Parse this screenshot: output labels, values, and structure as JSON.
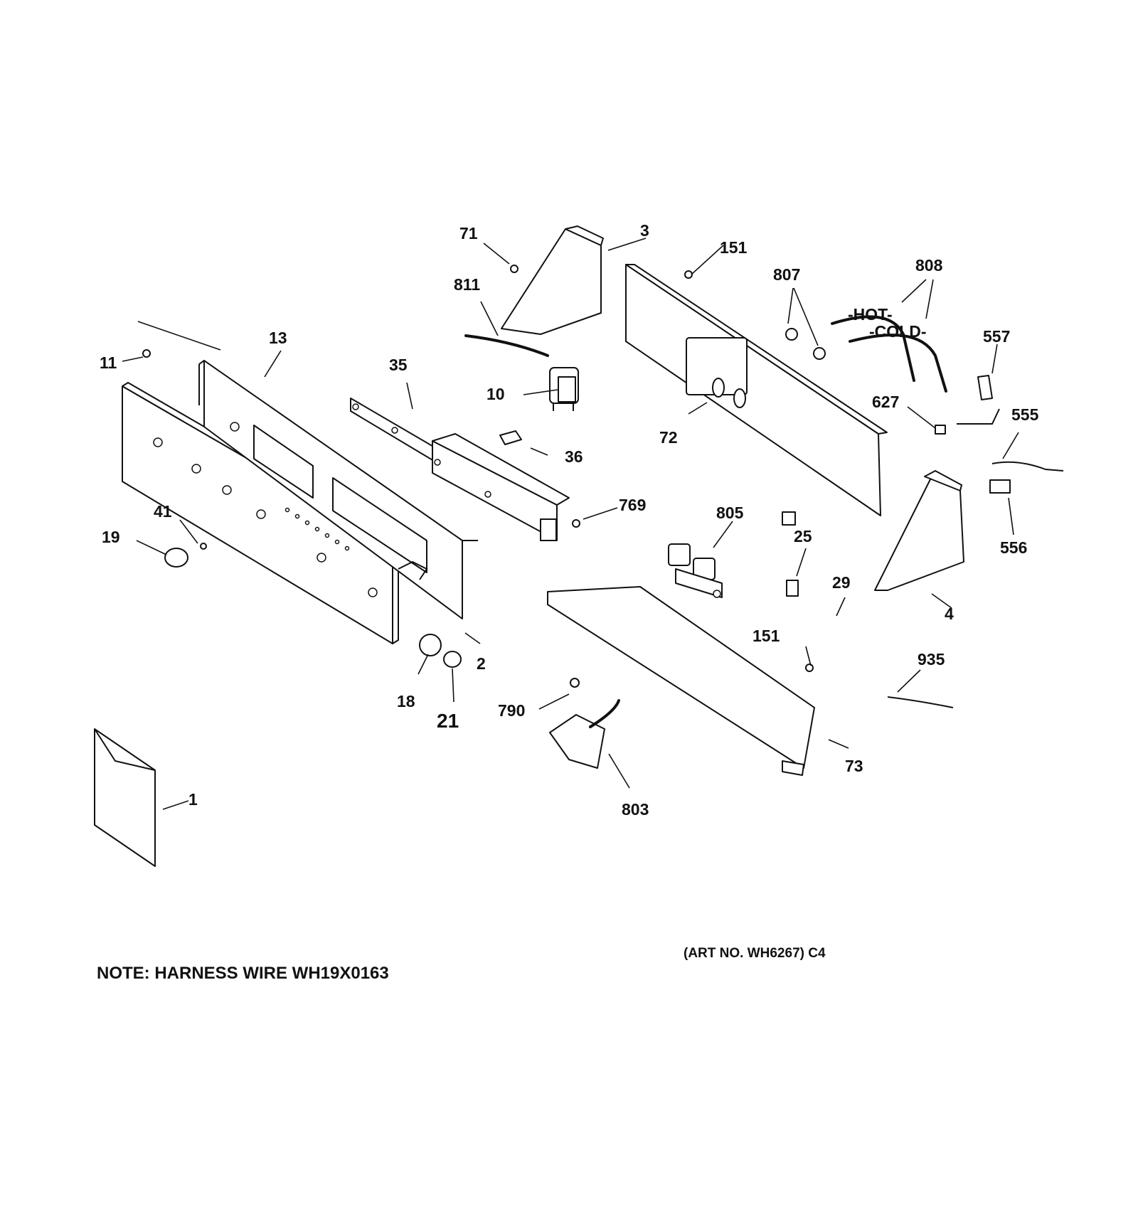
{
  "note": "NOTE: HARNESS WIRE WH19X0163",
  "art_number": "(ART NO. WH6267) C4",
  "callouts": {
    "p1": "1",
    "p2": "2",
    "p3": "3",
    "p4": "4",
    "p10": "10",
    "p11": "11",
    "p13": "13",
    "p18": "18",
    "p19": "19",
    "p21": "21",
    "p25": "25",
    "p29": "29",
    "p35": "35",
    "p36": "36",
    "p41": "41",
    "p71": "71",
    "p72": "72",
    "p73": "73",
    "p151a": "151",
    "p151b": "151",
    "p555": "555",
    "p556": "556",
    "p557": "557",
    "p627": "627",
    "p769": "769",
    "p790": "790",
    "p803": "803",
    "p805": "805",
    "p807": "807",
    "p808": "808",
    "p811": "811",
    "p935": "935"
  },
  "hose_labels": {
    "hot": "-HOT-",
    "cold": "-COLD-"
  }
}
